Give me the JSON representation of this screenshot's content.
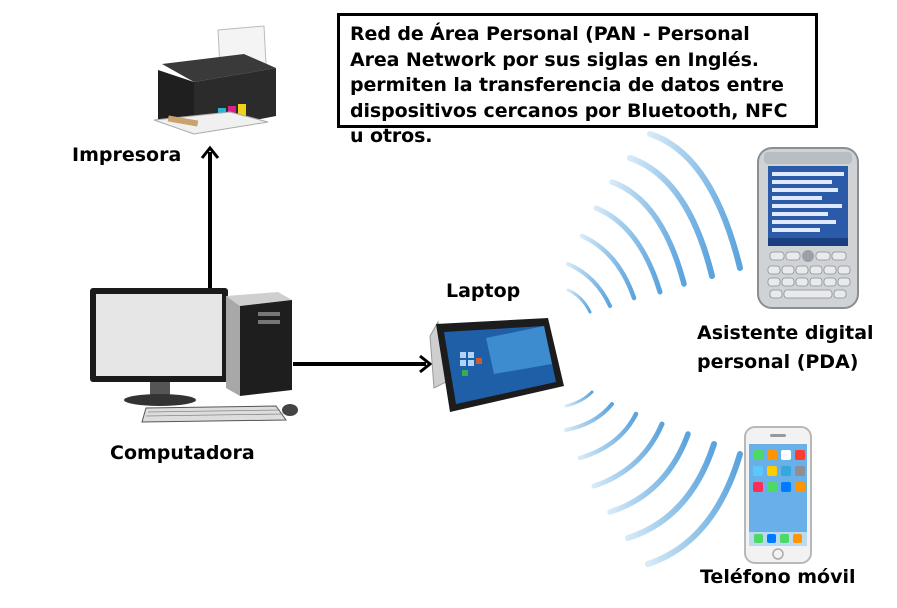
{
  "description_text": "Red de Área Personal (PAN - Personal Area Network por sus siglas en Inglés. permiten la transferencia de datos entre dispositivos cercanos por Bluetooth, NFC u otros.",
  "labels": {
    "printer": "Impresora",
    "computer": "Computadora",
    "laptop": "Laptop",
    "pda_line1": "Asistente digital",
    "pda_line2": "personal (PDA)",
    "phone": "Teléfono móvil"
  },
  "colors": {
    "arrow": "#000000",
    "wave": "#7fb8e6",
    "box_border": "#000000"
  }
}
